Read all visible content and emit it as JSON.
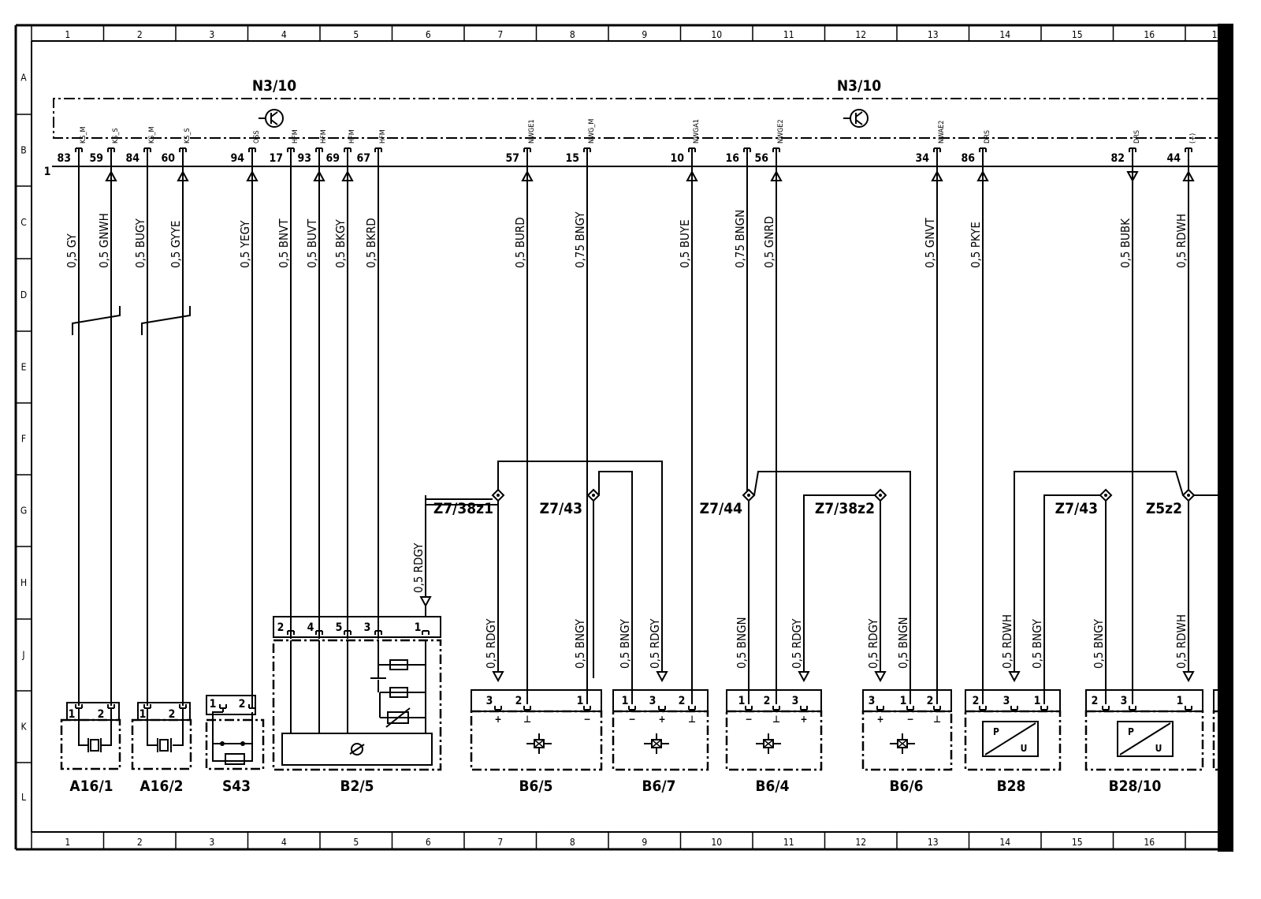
{
  "columns": [
    "1",
    "2",
    "3",
    "4",
    "5",
    "6",
    "7",
    "8",
    "9",
    "10",
    "11",
    "12",
    "13",
    "14",
    "15",
    "16"
  ],
  "last_column_partial": "1",
  "rows": [
    "A",
    "B",
    "C",
    "D",
    "E",
    "F",
    "G",
    "H",
    "J",
    "K",
    "L"
  ],
  "ecu": {
    "label_left": "N3/10",
    "label_right": "N3/10",
    "bus_number": "1"
  },
  "terminals": [
    {
      "pin": "83",
      "signal": "KS_M",
      "wire": "0,5 GY"
    },
    {
      "pin": "59",
      "signal": "KS_S",
      "wire": "0,5 GNWH"
    },
    {
      "pin": "84",
      "signal": "KS_M",
      "wire": "0,5 BUGY"
    },
    {
      "pin": "60",
      "signal": "KS_S",
      "wire": "0,5 GYYE"
    },
    {
      "pin": "94",
      "signal": "OSS",
      "wire": "0,5 YEGY"
    },
    {
      "pin": "17",
      "signal": "HFM",
      "wire": "0,5 BNVT"
    },
    {
      "pin": "93",
      "signal": "HFM",
      "wire": "0,5 BUVT"
    },
    {
      "pin": "69",
      "signal": "HFM",
      "wire": "0,5 BKGY"
    },
    {
      "pin": "67",
      "signal": "HFM",
      "wire": "0,5 BKRD"
    },
    {
      "pin": "57",
      "signal": "NWGE1",
      "wire": "0,5 BURD"
    },
    {
      "pin": "15",
      "signal": "NWG_M",
      "wire": "0,75 BNGY"
    },
    {
      "pin": "10",
      "signal": "NWGA1",
      "wire": "0,5 BUYE"
    },
    {
      "pin": "16",
      "signal": "",
      "wire": "0,75 BNGN"
    },
    {
      "pin": "56",
      "signal": "NWGE2",
      "wire": "0,5 GNRD"
    },
    {
      "pin": "34",
      "signal": "NWAE2",
      "wire": "0,5 GNVT"
    },
    {
      "pin": "86",
      "signal": "DRS",
      "wire": "0,5 PKYE"
    },
    {
      "pin": "82",
      "signal": "DRS",
      "wire": "0,5 BUBK"
    },
    {
      "pin": "44",
      "signal": "(+)",
      "wire": "0,5 RDWH"
    }
  ],
  "splices": [
    {
      "label": "Z7/38z1"
    },
    {
      "label": "Z7/43"
    },
    {
      "label": "Z7/44"
    },
    {
      "label": "Z7/38z2"
    },
    {
      "label": "Z7/43"
    },
    {
      "label": "Z5z2"
    }
  ],
  "lower_wires": [
    "0,5 RDGY",
    "0,5 RDGY",
    "0,5 BNGY",
    "0,5 BNGY",
    "0,5 RDGY",
    "0,5 BNGN",
    "0,5 RDGY",
    "0,5 RDGY",
    "0,5 BNGN",
    "0,5 RDWH",
    "0,5 BNGY",
    "0,5 BNGY",
    "0,5 RDWH"
  ],
  "components": [
    {
      "label": "A16/1",
      "pins": [
        "1",
        "2"
      ]
    },
    {
      "label": "A16/2",
      "pins": [
        "1",
        "2"
      ]
    },
    {
      "label": "S43",
      "pins": [
        "1",
        "2"
      ]
    },
    {
      "label": "B2/5",
      "pins": [
        "2",
        "4",
        "5",
        "3",
        "1"
      ]
    },
    {
      "label": "B6/5",
      "pins": [
        "3",
        "2",
        "1"
      ]
    },
    {
      "label": "B6/7",
      "pins": [
        "1",
        "3",
        "2"
      ]
    },
    {
      "label": "B6/4",
      "pins": [
        "1",
        "2",
        "3"
      ]
    },
    {
      "label": "B6/6",
      "pins": [
        "3",
        "1",
        "2"
      ]
    },
    {
      "label": "B28",
      "pins": [
        "2",
        "3",
        "1"
      ],
      "symbol": [
        "P",
        "U"
      ]
    },
    {
      "label": "B28/10",
      "pins": [
        "2",
        "3",
        "1"
      ],
      "symbol": [
        "P",
        "U"
      ]
    }
  ],
  "colors": {
    "line": "#000000",
    "background": "#ffffff"
  }
}
